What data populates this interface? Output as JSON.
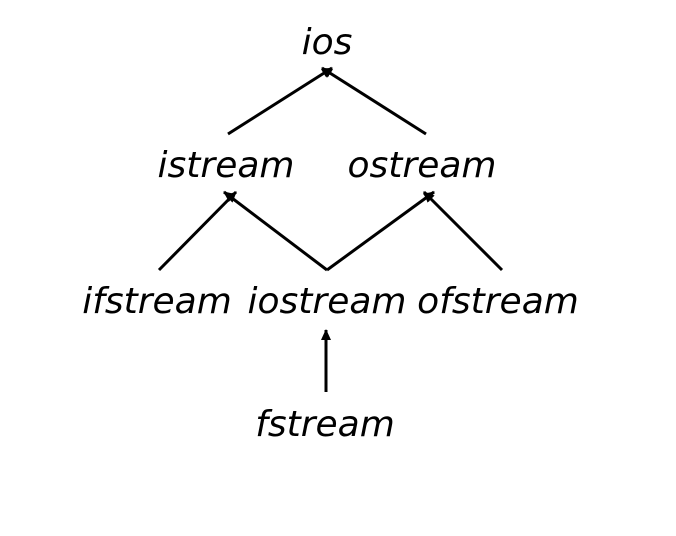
{
  "diagram": {
    "nodes": {
      "ios": "ios",
      "istream": "istream",
      "ostream": "ostream",
      "ifstream": "ifstream",
      "iostream": "iostream",
      "ofstream": "ofstream",
      "fstream": "fstream"
    },
    "edges": [
      {
        "from": "istream",
        "to": "ios"
      },
      {
        "from": "ostream",
        "to": "ios"
      },
      {
        "from": "ifstream",
        "to": "istream"
      },
      {
        "from": "iostream",
        "to": "istream"
      },
      {
        "from": "iostream",
        "to": "ostream"
      },
      {
        "from": "ofstream",
        "to": "ostream"
      },
      {
        "from": "fstream",
        "to": "iostream"
      }
    ],
    "colors": {
      "line": "#000000",
      "text": "#000000",
      "background": "#ffffff"
    }
  }
}
